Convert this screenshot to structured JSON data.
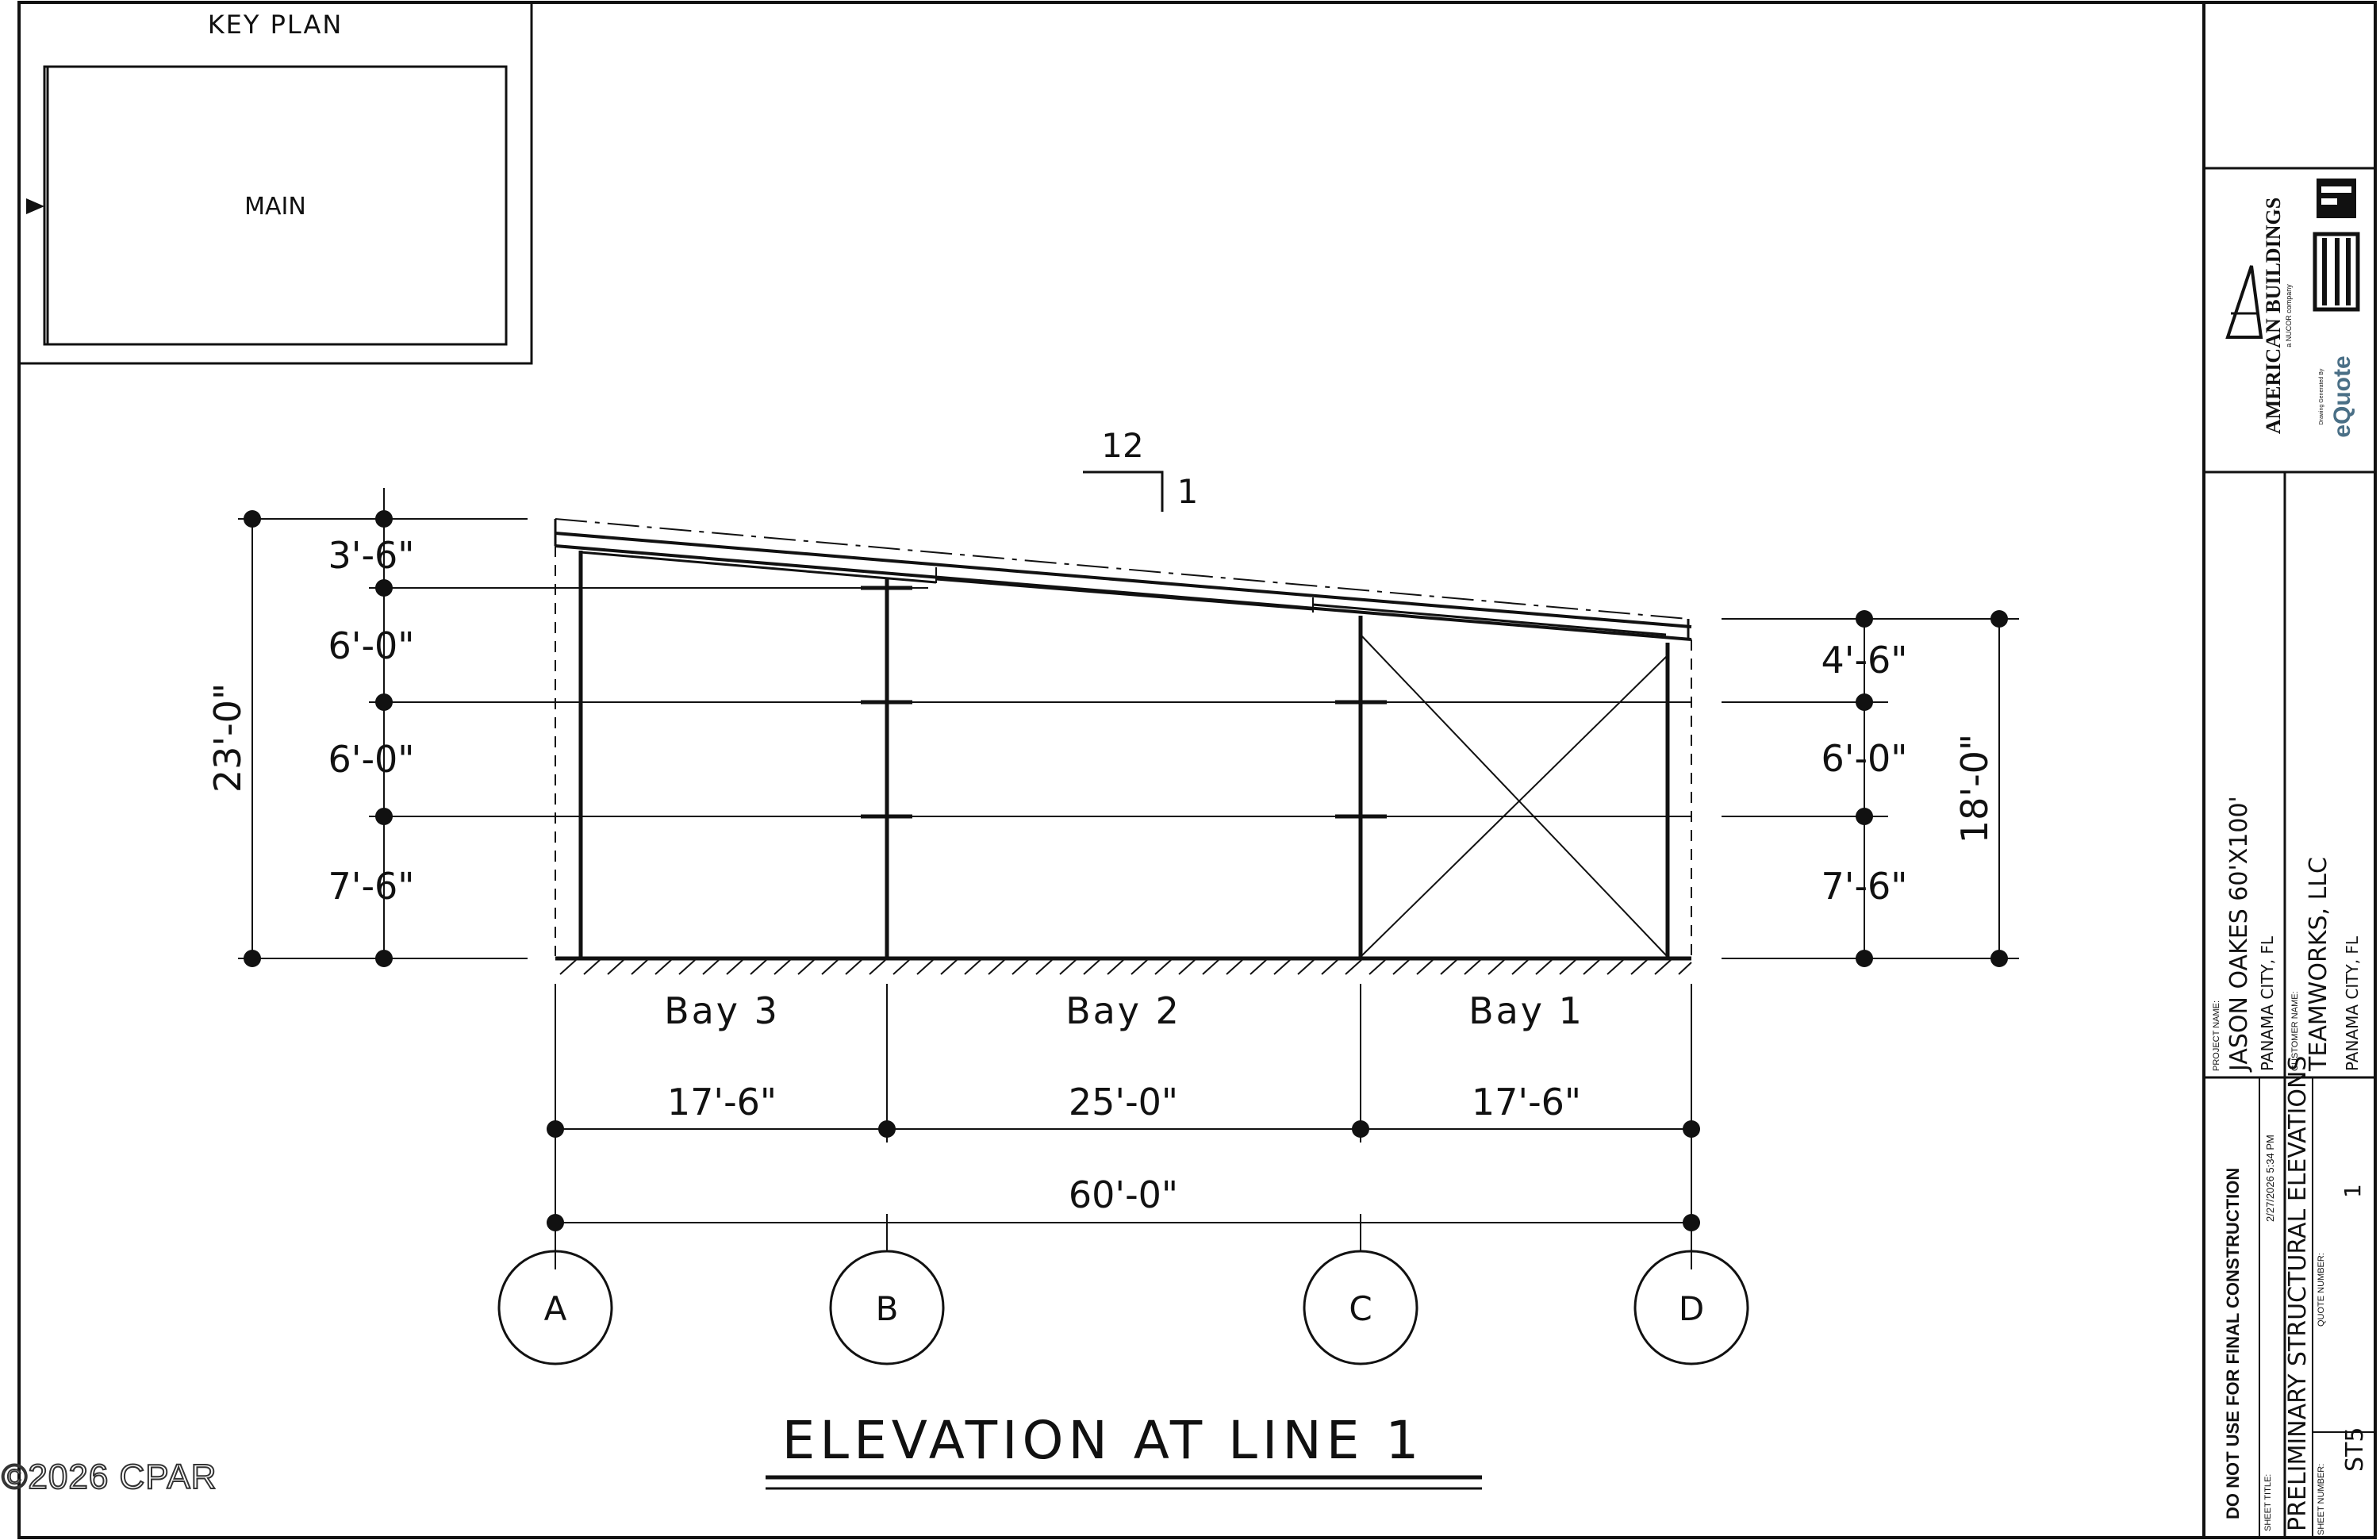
{
  "key_plan": {
    "title": "KEY PLAN",
    "label": "MAIN"
  },
  "roof_slope": {
    "run": "12",
    "rise": "1"
  },
  "left_dims": {
    "overall": "23'-0\"",
    "segments": [
      "3'-6\"",
      "6'-0\"",
      "6'-0\"",
      "7'-6\""
    ]
  },
  "right_dims": {
    "overall": "18'-0\"",
    "segments": [
      "4'-6\"",
      "6'-0\"",
      "7'-6\""
    ]
  },
  "bays": [
    {
      "name": "Bay 3",
      "length": "17'-6\""
    },
    {
      "name": "Bay 2",
      "length": "25'-0\""
    },
    {
      "name": "Bay 1",
      "length": "17'-6\""
    }
  ],
  "overall_length": "60'-0\"",
  "grid_lines": [
    "A",
    "B",
    "C",
    "D"
  ],
  "drawing_title": "ELEVATION AT LINE 1",
  "watermark": "©2026 CPAR",
  "title_block": {
    "logo_text": "AMERICAN BUILDINGS",
    "logo_sub": "a NUCOR company",
    "generated_by": "Drawing Generated By",
    "equote": "eQuote",
    "project_name_label": "PROJECT NAME:",
    "project_name": "JASON OAKES 60'X100'",
    "project_location": "PANAMA CITY, FL",
    "customer_name_label": "CUSTOMER NAME:",
    "customer_name": "TEAMWORKS, LLC",
    "customer_location": "PANAMA CITY, FL",
    "warning": "DO NOT USE FOR FINAL CONSTRUCTION",
    "timestamp": "2/27/2026 5:34 PM",
    "sheet_title_label": "SHEET TITLE:",
    "sheet_title": "PRELIMINARY STRUCTURAL ELEVATIONS",
    "quote_number_label": "QUOTE NUMBER:",
    "quote_number": "1",
    "sheet_number_label": "SHEET NUMBER:",
    "sheet_number": "ST5"
  }
}
